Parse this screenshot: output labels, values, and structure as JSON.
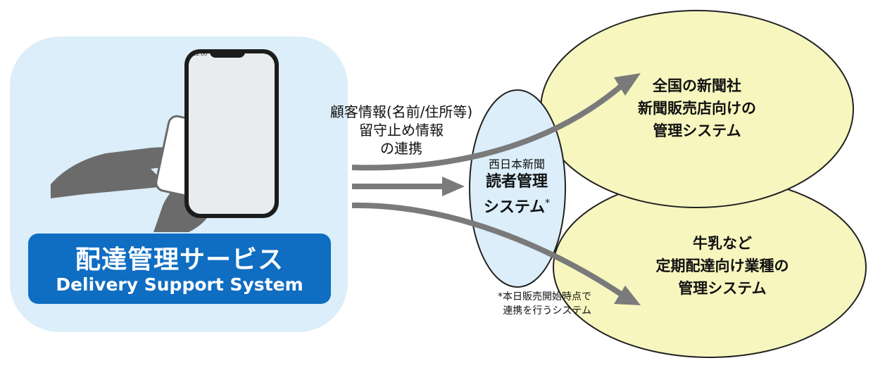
{
  "service": {
    "title": "配達管理サービス",
    "subtitle": "Delivery Support System"
  },
  "phone": {
    "status_time": "12:00"
  },
  "flow_label": {
    "line1": "顧客情報(名前/住所等)",
    "line2": "留守止め情報",
    "line3": "の連携"
  },
  "center_system": {
    "company": "西日本新聞",
    "name_line1": "読者管理",
    "name_line2": "システム",
    "marker": "*"
  },
  "target_top": {
    "line1": "全国の新聞社",
    "line2": "新聞販売店向けの",
    "line3": "管理システム"
  },
  "target_bottom": {
    "line1": "牛乳など",
    "line2": "定期配達向け業種の",
    "line3": "管理システム"
  },
  "footnote": {
    "line1": "*本日販売開始時点で",
    "line2": "連携を行うシステム"
  },
  "colors": {
    "panel_bg": "#dbeef9",
    "service_box": "#0f6dc2",
    "ellipse_yellow": "#f7f6bf",
    "ellipse_blue": "#dbeef9",
    "arrow": "#7a7a7a",
    "hand": "#6b6b6b"
  }
}
